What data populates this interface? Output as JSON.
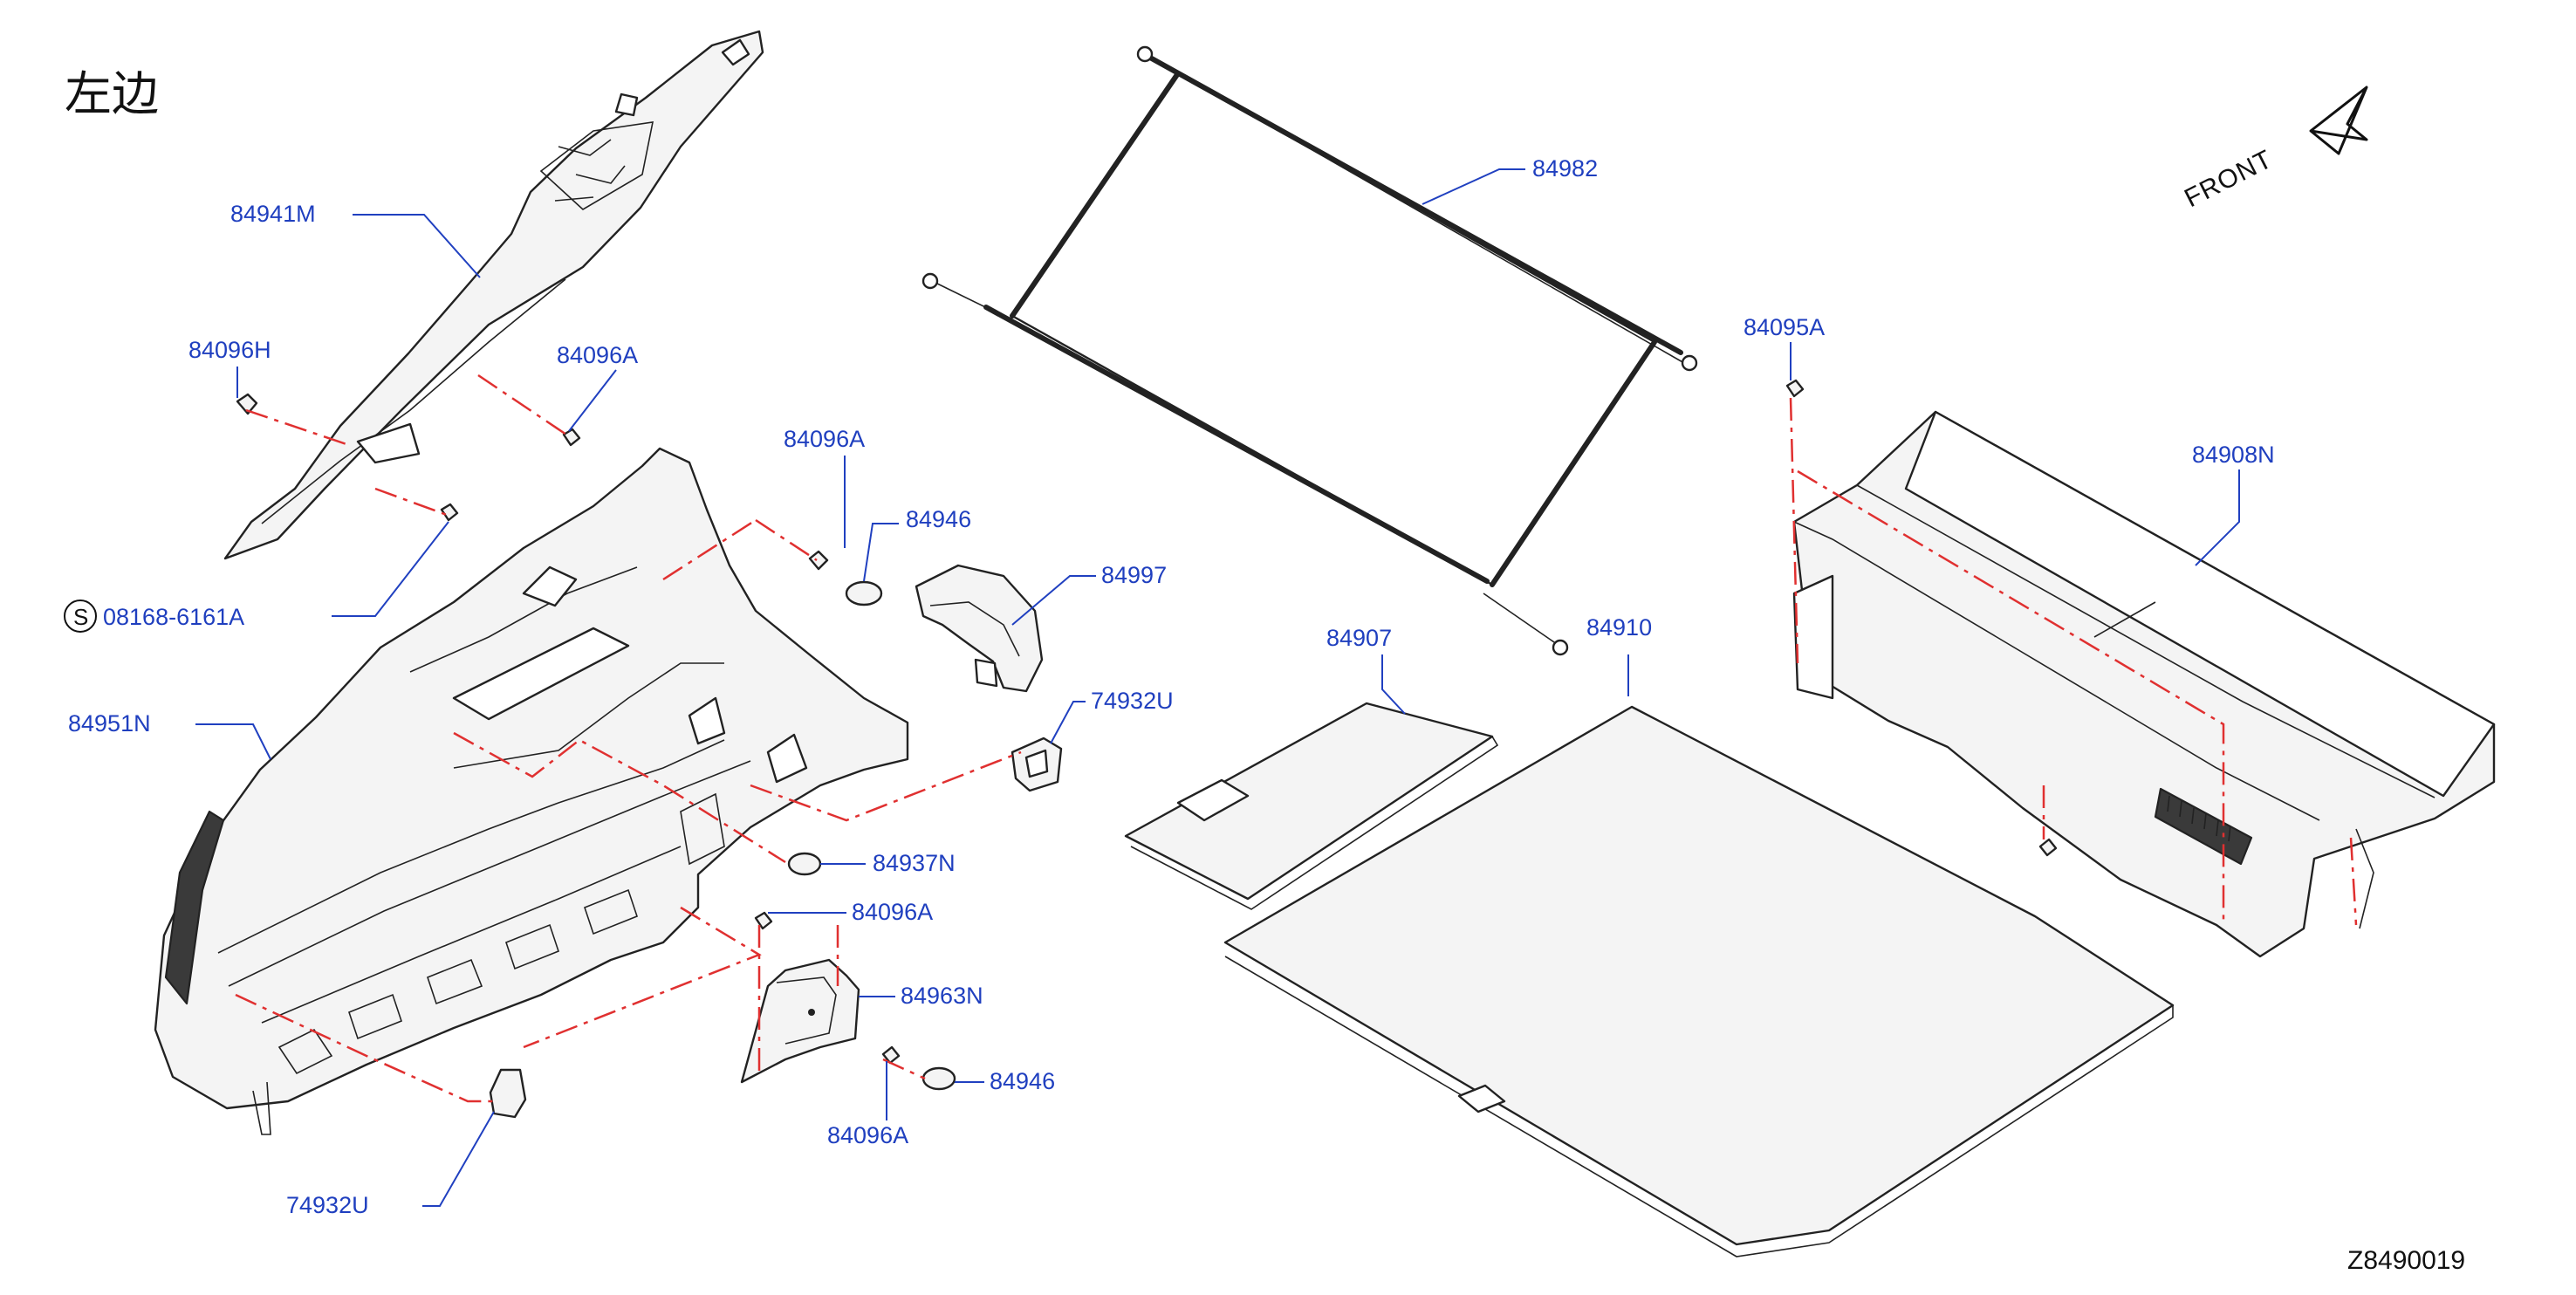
{
  "title": "左边",
  "front_label": "FRONT",
  "diagram_code": "Z8490019",
  "symbol_s": "S",
  "labels": {
    "p84941M": "84941M",
    "p84096H": "84096H",
    "p84096A_a": "84096A",
    "p08168": "08168-6161A",
    "p84096A_b": "84096A",
    "p84946_a": "84946",
    "p84997": "84997",
    "p84951N": "84951N",
    "p74932U_a": "74932U",
    "p84937N": "84937N",
    "p84096A_c": "84096A",
    "p84963N": "84963N",
    "p84946_b": "84946",
    "p84096A_d": "84096A",
    "p74932U_b": "74932U",
    "p84982": "84982",
    "p84907": "84907",
    "p84910": "84910",
    "p84095A": "84095A",
    "p84908N": "84908N"
  },
  "colors": {
    "label": "#1f3fbf",
    "leader": "#2040c0",
    "dashed_guide": "#e03030",
    "outline": "#222222"
  }
}
